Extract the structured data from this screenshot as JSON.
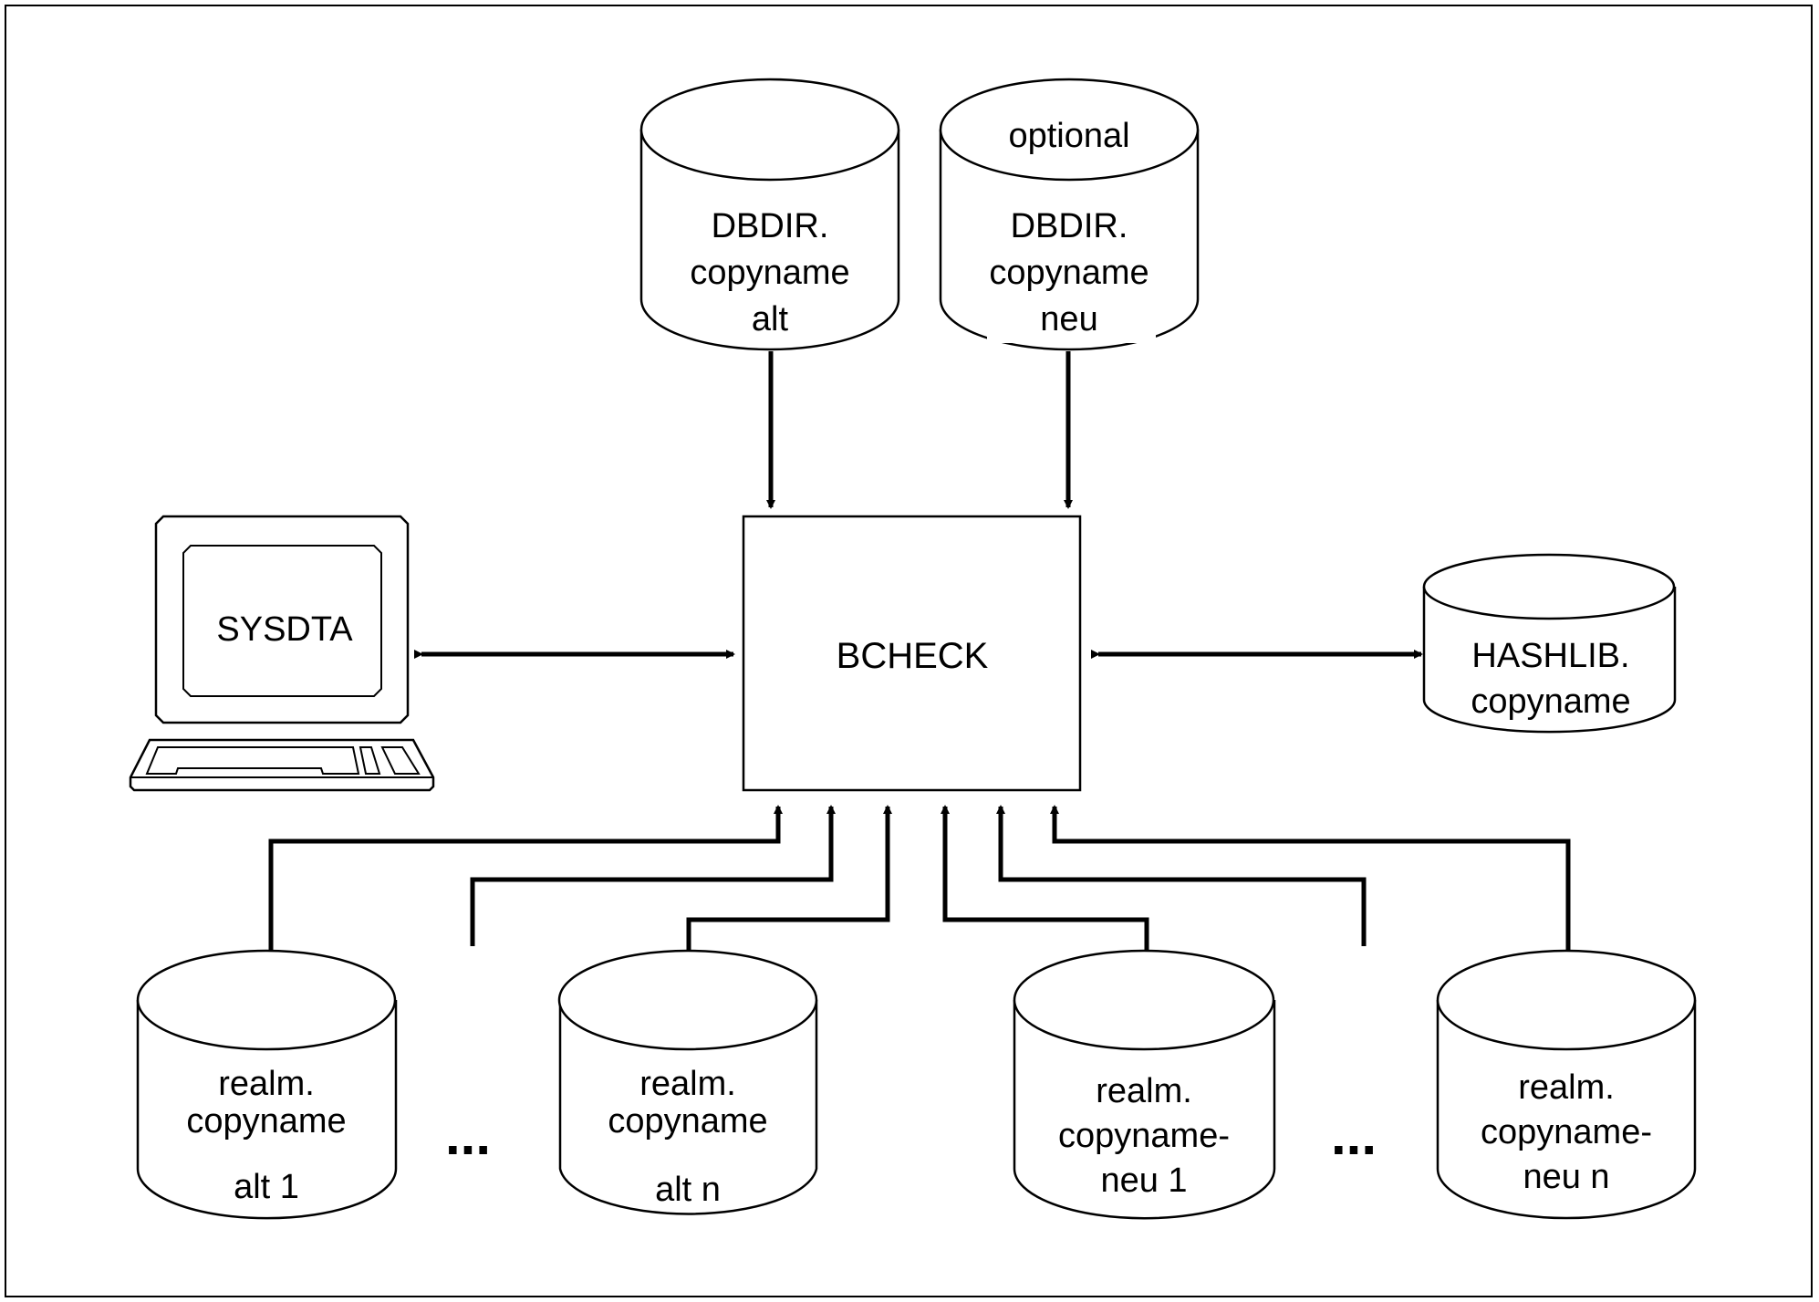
{
  "diagram": {
    "center": {
      "label": "BCHECK"
    },
    "terminal": {
      "label": "SYSDTA"
    },
    "top_stores": [
      {
        "optional_label": "",
        "lines": [
          "DBDIR.",
          "copyname",
          "alt"
        ]
      },
      {
        "optional_label": "optional",
        "lines": [
          "DBDIR.",
          "copyname",
          "neu"
        ]
      }
    ],
    "hashlib": {
      "lines": [
        "HASHLIB.",
        "copyname"
      ]
    },
    "realms": [
      {
        "lines": [
          "realm.",
          "copyname",
          "alt 1"
        ]
      },
      {
        "lines": [
          "realm.",
          "copyname",
          "alt n"
        ]
      },
      {
        "lines": [
          "realm.",
          "copyname-",
          "neu 1"
        ]
      },
      {
        "lines": [
          "realm.",
          "copyname-",
          "neu n"
        ]
      }
    ],
    "ellipsis": "...",
    "colors": {
      "stroke": "#000000",
      "background": "#ffffff"
    }
  }
}
